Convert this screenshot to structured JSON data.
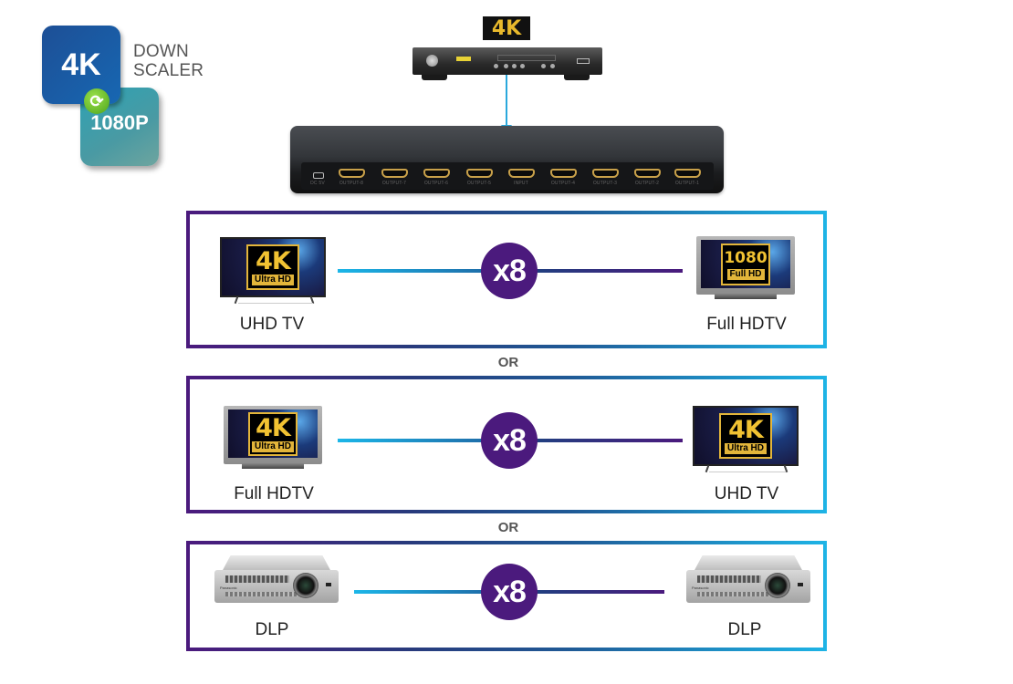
{
  "badge": {
    "from_label": "4K",
    "to_label": "1080P",
    "icon": "refresh-icon",
    "title_line1": "DOWN",
    "title_line2": "SCALER"
  },
  "source": {
    "resolution_label": "4K",
    "device": "4K media player"
  },
  "splitter": {
    "ports": [
      "DC 5V",
      "OUTPUT-8",
      "OUTPUT-7",
      "OUTPUT-6",
      "OUTPUT-5",
      "INPUT",
      "OUTPUT-4",
      "OUTPUT-3",
      "OUTPUT-2",
      "OUTPUT-1"
    ]
  },
  "colors": {
    "accent_purple": "#4b1a7d",
    "accent_cyan": "#1eb4e6",
    "arrow_blue": "#2aa8dc",
    "gold": "#e3b53a"
  },
  "separator_label": "OR",
  "scenarios": [
    {
      "multiplier": "x8",
      "left": {
        "label": "UHD TV",
        "logo_main": "4K",
        "logo_sub": "Ultra HD"
      },
      "right": {
        "label": "Full HDTV",
        "logo_main": "1080",
        "logo_sub": "Full HD"
      }
    },
    {
      "multiplier": "x8",
      "left": {
        "label": "Full HDTV",
        "logo_main": "4K",
        "logo_sub": "Ultra HD"
      },
      "right": {
        "label": "UHD TV",
        "logo_main": "4K",
        "logo_sub": "Ultra HD"
      }
    },
    {
      "multiplier": "x8",
      "left": {
        "label": "DLP",
        "brand": "Panasonic"
      },
      "right": {
        "label": "DLP",
        "brand": "Panasonic"
      }
    }
  ]
}
